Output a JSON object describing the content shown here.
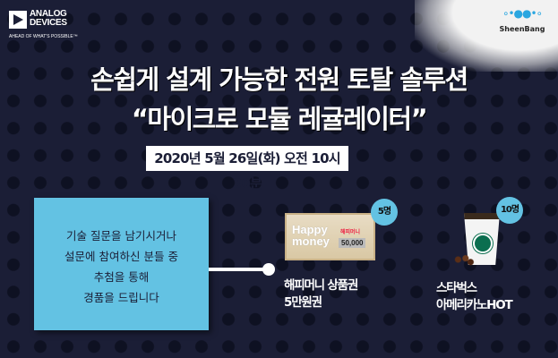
{
  "logos": {
    "adi_name": "ANALOG DEVICES",
    "adi_tagline": "AHEAD OF WHAT'S POSSIBLE™",
    "sheenbang": "SheenBang"
  },
  "title": {
    "line1": "손쉽게 설계 가능한 전원 토탈 솔루션",
    "line2": "“마이크로 모듈 레귤레이터”"
  },
  "date": "2020년 5월 26일(화) 오전 10시 30분",
  "info_box": {
    "lines": [
      "기술 질문을 남기시거나",
      "설문에 참여하신 분들 중",
      "추첨을 통해",
      "경품을 드립니다"
    ]
  },
  "prizes": [
    {
      "name_line1": "해피머니 상품권",
      "name_line2": "5만원권",
      "count": "5명",
      "image_text": {
        "brand": "Happy money",
        "korean": "해피머니",
        "amount": "50,000"
      }
    },
    {
      "name_line1": "스타벅스",
      "name_line2": "아메리카노HOT",
      "count": "10명"
    }
  ],
  "colors": {
    "background": "#1b1e36",
    "accent": "#63c2e3"
  }
}
